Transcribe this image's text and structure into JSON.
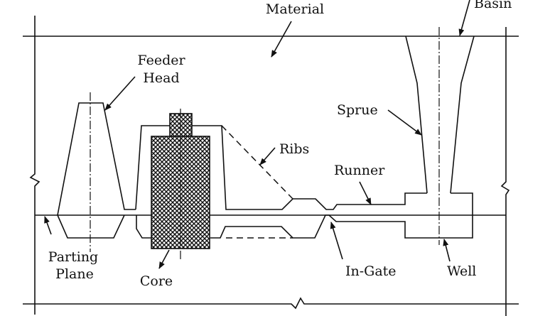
{
  "labels": {
    "material": "Material",
    "basin": "Basin",
    "feeder_head_1": "Feeder",
    "feeder_head_2": "Head",
    "ribs": "Ribs",
    "sprue": "Sprue",
    "runner": "Runner",
    "parting_plane_1": "Parting",
    "parting_plane_2": "Plane",
    "core": "Core",
    "in_gate": "In-Gate",
    "well": "Well"
  },
  "colors": {
    "line": "#111111",
    "background": "#ffffff"
  }
}
